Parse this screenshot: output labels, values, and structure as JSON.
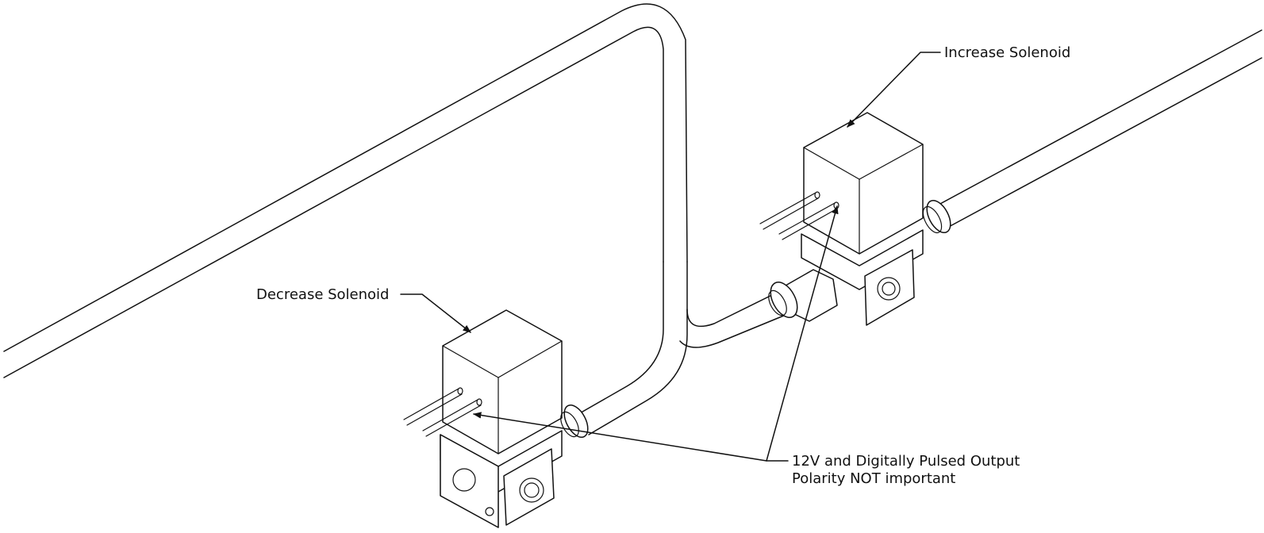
{
  "labels": {
    "increase": "Increase Solenoid",
    "decrease": "Decrease Solenoid",
    "note_line1": "12V and Digitally Pulsed Output",
    "note_line2": "Polarity NOT important"
  },
  "colors": {
    "line": "#111111",
    "background": "#ffffff"
  }
}
